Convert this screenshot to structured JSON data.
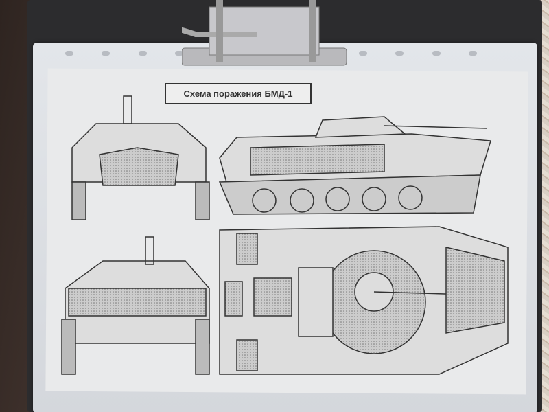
{
  "document": {
    "title": "Схема поражения БМД-1"
  },
  "views": [
    "front-view",
    "side-view",
    "rear-view",
    "top-view"
  ]
}
